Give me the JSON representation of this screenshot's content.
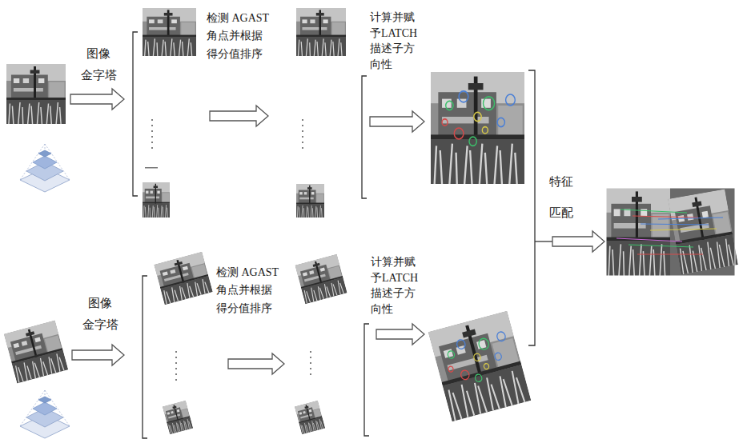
{
  "diagram": {
    "labels": [
      "图像 金字塔",
      "检测 AGAST 角点并根据 得分值排序",
      "计算并赋 予LATCH 描述子方 向性",
      "特征 匹配",
      "图像 金字塔",
      "检测 AGAST 角点并根据 得分值排序",
      "计算并赋 予LATCH 描述子方 向性"
    ]
  }
}
